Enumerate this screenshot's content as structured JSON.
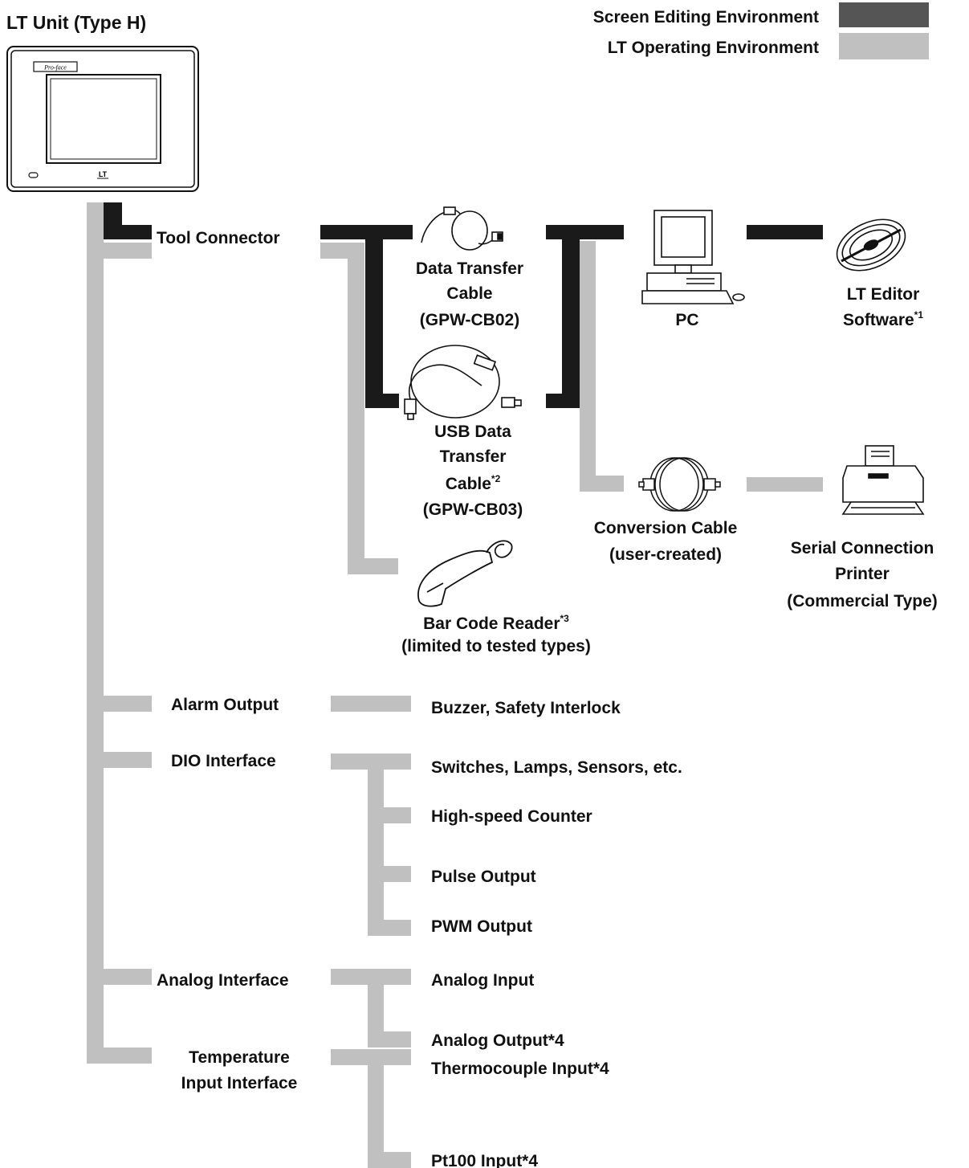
{
  "title": "LT Unit (Type H)",
  "legend": {
    "items": [
      {
        "label": "Screen Editing Environment",
        "color": "#555555"
      },
      {
        "label": "LT Operating Environment",
        "color": "#c0c0c0"
      }
    ]
  },
  "colors": {
    "dark": "#1a1a1a",
    "light": "#c0c0c0"
  },
  "unit": {
    "logo": "Pro-face",
    "badge": "LT"
  },
  "tool_connector": {
    "label": "Tool Connector",
    "data_cable": {
      "line1": "Data Transfer",
      "line2": "Cable",
      "line3": "(GPW-CB02)"
    },
    "usb_cable": {
      "line1": "USB Data",
      "line2": "Transfer",
      "line3": "Cable",
      "note": "*2",
      "line4": "(GPW-CB03)"
    },
    "barcode": {
      "line1": "Bar Code Reader",
      "note": "*3",
      "line2": "(limited to tested types)"
    },
    "pc": {
      "label": "PC"
    },
    "software": {
      "line1": "LT Editor",
      "line2": "Software",
      "note": "*1"
    },
    "conversion_cable": {
      "line1": "Conversion Cable",
      "line2": "(user-created)"
    },
    "printer": {
      "line1": "Serial Connection",
      "line2": "Printer",
      "line3": "(Commercial Type)"
    }
  },
  "alarm": {
    "label": "Alarm Output",
    "item": "Buzzer, Safety Interlock"
  },
  "dio": {
    "label": "DIO Interface",
    "items": [
      "Switches, Lamps, Sensors, etc.",
      "High-speed Counter",
      "Pulse Output",
      "PWM Output"
    ]
  },
  "analog": {
    "label": "Analog Interface",
    "items": [
      "Analog Input",
      "Analog Output*4"
    ]
  },
  "temperature": {
    "label_line1": "Temperature",
    "label_line2": "Input Interface",
    "items": [
      "Thermocouple Input*4",
      "Pt100 Input*4"
    ]
  }
}
